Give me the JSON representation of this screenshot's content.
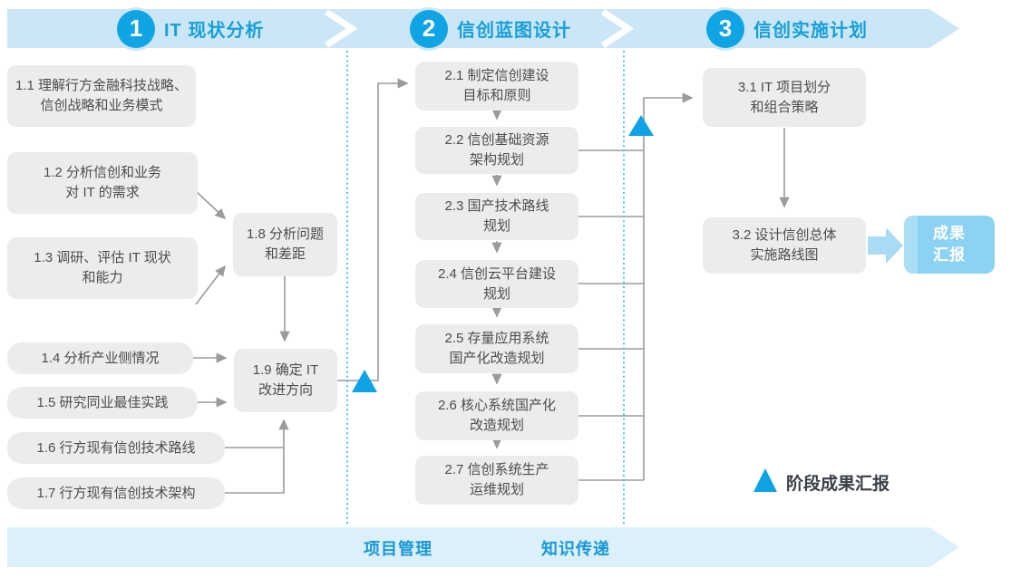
{
  "phases": [
    {
      "number": "1",
      "title": "IT 现状分析"
    },
    {
      "number": "2",
      "title": "信创蓝图设计"
    },
    {
      "number": "3",
      "title": "信创实施计划"
    }
  ],
  "phase1": {
    "boxes": {
      "b11": {
        "text": "1.1 理解行方金融科技战略、\n信创战略和业务模式"
      },
      "b12": {
        "text": "1.2 分析信创和业务\n对 IT 的需求"
      },
      "b13": {
        "text": "1.3 调研、评估 IT 现状\n和能力"
      },
      "b14": {
        "text": "1.4 分析产业侧情况"
      },
      "b15": {
        "text": "1.5 研究同业最佳实践"
      },
      "b16": {
        "text": "1.6 行方现有信创技术路线"
      },
      "b17": {
        "text": "1.7 行方现有信创技术架构"
      },
      "b18": {
        "text": "1.8 分析问题\n和差距"
      },
      "b19": {
        "text": "1.9 确定 IT\n改进方向"
      }
    }
  },
  "phase2": {
    "boxes": {
      "b21": {
        "text": "2.1 制定信创建设\n目标和原则"
      },
      "b22": {
        "text": "2.2 信创基础资源\n架构规划"
      },
      "b23": {
        "text": "2.3 国产技术路线\n规划"
      },
      "b24": {
        "text": "2.4 信创云平台建设\n规划"
      },
      "b25": {
        "text": "2.5 存量应用系统\n国产化改造规划"
      },
      "b26": {
        "text": "2.6 核心系统国产化\n改造规划"
      },
      "b27": {
        "text": "2.7 信创系统生产\n运维规划"
      }
    }
  },
  "phase3": {
    "boxes": {
      "b31": {
        "text": "3.1 IT 项目划分\n和组合策略"
      },
      "b32": {
        "text": "3.2 设计信创总体\n实施路线图"
      }
    },
    "result": {
      "text": "成果\n汇报"
    }
  },
  "legend": {
    "label": "阶段成果汇报"
  },
  "footer": {
    "items": [
      "项目管理",
      "知识传递"
    ]
  },
  "colors": {
    "accent_blue": "#0FA2E4",
    "banner_bg": "#CBE7F7",
    "footer_bg": "#DBF0FA",
    "title_blue": "#189FD9",
    "box_bg": "#ECECEC",
    "box_text": "#4D4D4D",
    "connector_gray": "#9B9B9B",
    "result_bg": "#8CD2F2",
    "divider_dotted_blue": "#55C0ED"
  }
}
